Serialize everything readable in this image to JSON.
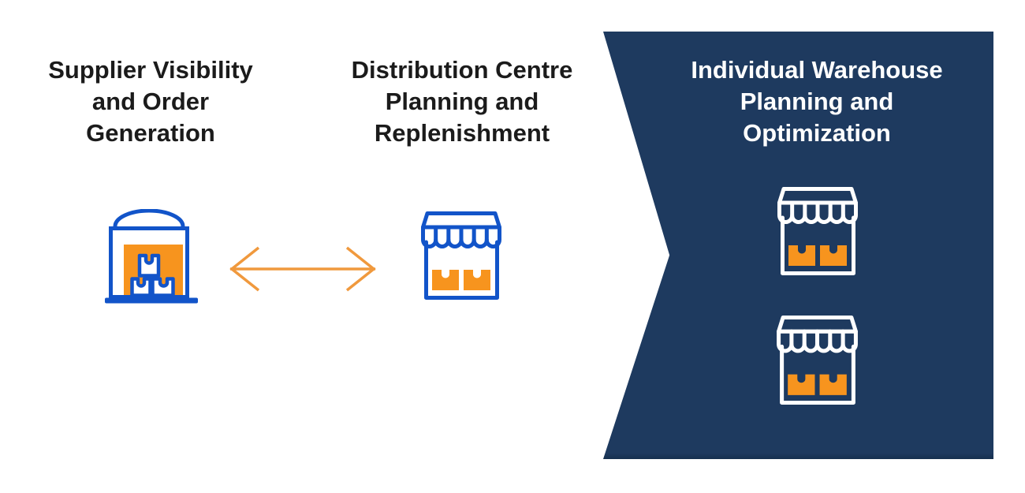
{
  "diagram": {
    "type": "process-flow",
    "columns": [
      {
        "id": "supplier",
        "title": "Supplier Visibility\nand Order\nGeneration",
        "icon": "warehouse-icon",
        "highlighted": false
      },
      {
        "id": "distribution",
        "title": "Distribution Centre\nPlanning and\nReplenishment",
        "icon": "store-icon",
        "highlighted": false
      },
      {
        "id": "individual-warehouse",
        "title": "Individual Warehouse\nPlanning and\nOptimization",
        "icons": [
          "store-icon",
          "store-icon"
        ],
        "highlighted": true,
        "highlight_shape": "notched-banner-panel"
      }
    ],
    "connector": {
      "type": "double-headed-arrow",
      "between": [
        "supplier",
        "distribution"
      ]
    }
  },
  "colors": {
    "navy": "#1E3A5F",
    "navy_edge": "#16304F",
    "blue": "#1254C9",
    "orange": "#F7941E",
    "arrow": "#F0993D",
    "text_dark": "#1B1B1B",
    "text_light": "#FFFFFF",
    "background": "#FFFFFF"
  }
}
